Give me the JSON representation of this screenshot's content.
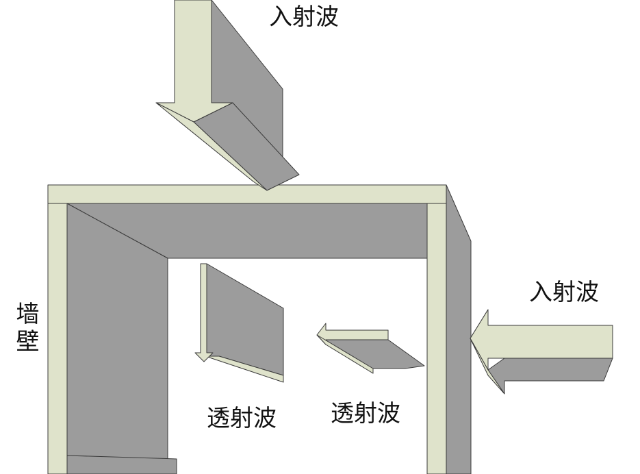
{
  "labels": {
    "incident_top": "入射波",
    "incident_right": "入射波",
    "transmitted_left": "透射波",
    "transmitted_right": "透射波",
    "wall": "墙壁"
  },
  "colors": {
    "light_face": "#dfe3cb",
    "dark_face": "#9c9c9c",
    "edge": "#3a3a3a"
  }
}
